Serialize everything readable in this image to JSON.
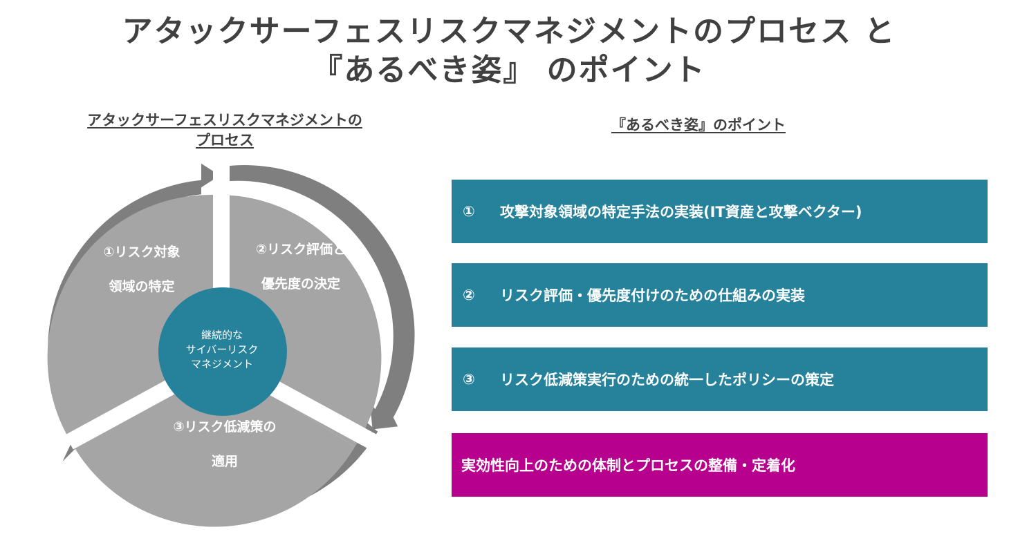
{
  "title": {
    "line1": "アタックサーフェスリスクマネジメントのプロセス と",
    "line2": "『あるべき姿』 のポイント"
  },
  "left_heading": {
    "line1": "アタックサーフェスリスクマネジメントの",
    "line2": "プロセス"
  },
  "right_heading": "『あるべき姿』のポイント",
  "cycle": {
    "segments": [
      {
        "line1": "①リスク対象",
        "line2": "領域の特定"
      },
      {
        "line1": "②リスク評価と",
        "line2": "優先度の決定"
      },
      {
        "line1": "③リスク低減策の",
        "line2": "適用"
      }
    ],
    "center": {
      "line1": "継続的な",
      "line2": "サイバーリスク",
      "line3": "マネジメント"
    }
  },
  "points": [
    {
      "number": "①",
      "text": "攻撃対象領域の特定手法の実装(IT資産と攻撃ベクター)"
    },
    {
      "number": "②",
      "text": "リスク評価・優先度付けのための仕組みの実装"
    },
    {
      "number": "③",
      "text": "リスク低減策実行のための統一したポリシーの策定"
    },
    {
      "number": "",
      "text": "実効性向上のための体制とプロセスの整備・定着化"
    }
  ],
  "colors": {
    "teal": "#26829b",
    "magenta": "#b8008f",
    "segment_gray": "#a5a5a5",
    "arrow_gray": "#7f7f7f",
    "title_gray": "#404040"
  }
}
